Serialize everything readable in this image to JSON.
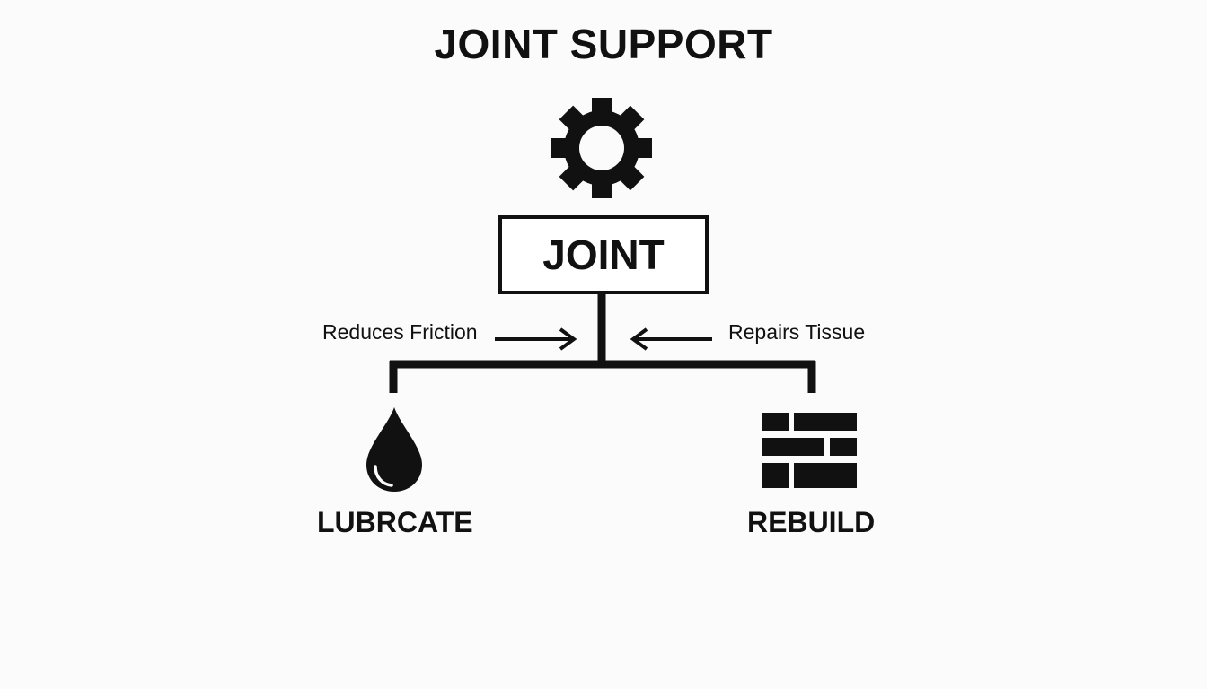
{
  "title": "JOINT SUPPORT",
  "center": {
    "icon": "gear-icon",
    "label": "JOINT"
  },
  "annotations": {
    "left": "Reduces Friction",
    "right": "Repairs Tissue"
  },
  "branches": {
    "left": {
      "icon": "droplet-icon",
      "label": "LUBRCATE"
    },
    "right": {
      "icon": "brick-wall-icon",
      "label": "REBUILD"
    }
  },
  "colors": {
    "ink": "#111111",
    "background": "#fbfbfb"
  }
}
